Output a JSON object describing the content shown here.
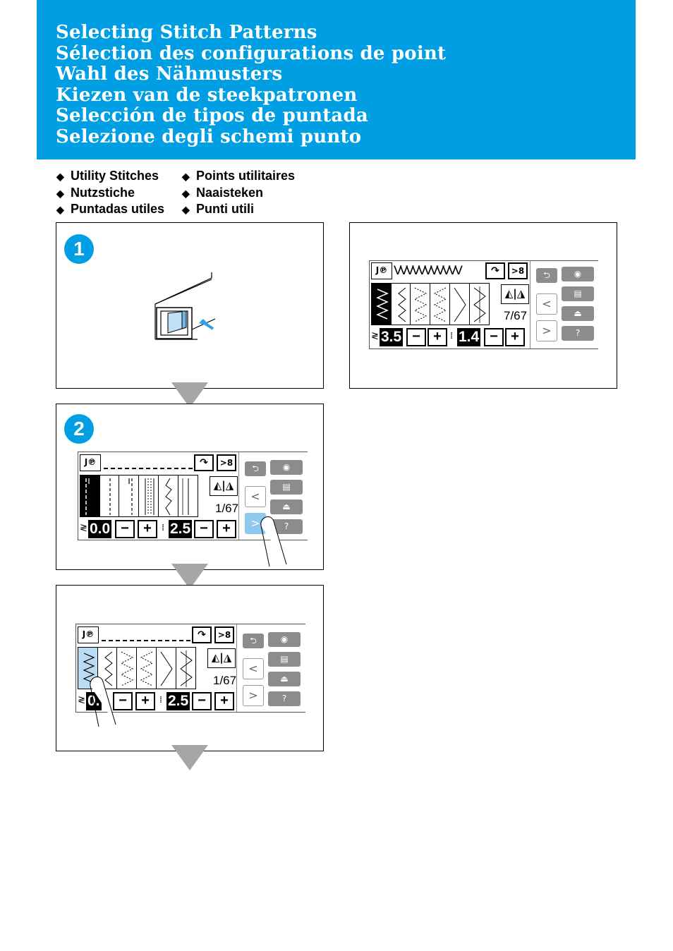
{
  "header": {
    "titles": [
      "Selecting Stitch Patterns",
      "Sélection des configurations de point",
      "Wahl des Nähmusters",
      "Kiezen van de steekpatronen",
      "Selección de tipos de puntada",
      "Selezione degli schemi punto"
    ]
  },
  "categories": {
    "bullet": "◆",
    "left": [
      "Utility Stitches",
      "Nutzstiche",
      "Puntadas utiles"
    ],
    "right": [
      "Points utilitaires",
      "Naaisteken",
      "Punti utili"
    ]
  },
  "steps": {
    "one": "1",
    "two": "2"
  },
  "screens": {
    "step2": {
      "page": "1/67",
      "width": "0.0",
      "length": "2.5"
    },
    "step3": {
      "page": "1/67",
      "width": "0.",
      "length": "2.5"
    },
    "result": {
      "page": "7/67",
      "width": "3.5",
      "length": "1.4"
    }
  },
  "glyphs": {
    "foot": "J℗",
    "needle": "↷",
    "cutter": ">8",
    "mirror": "◭|◮",
    "minus": "−",
    "plus": "+",
    "back": "⮌",
    "prev": "<",
    "next": ">",
    "width_icon": "≷",
    "length_icon": "⁞",
    "zigzag": "VVVVVVVVVVV"
  },
  "colors": {
    "header": "#009fe3",
    "arrow": "#a6a6a6",
    "highlight": "#b9dcf2"
  }
}
